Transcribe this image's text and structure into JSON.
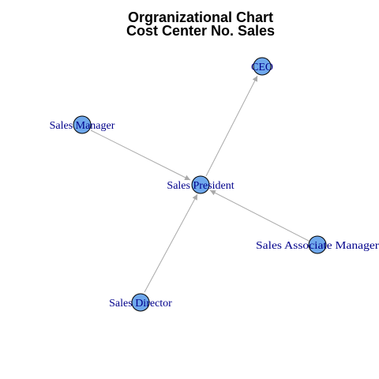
{
  "title_line1": "Orgranizational Chart",
  "title_line2": "Cost Center No. Sales",
  "colors": {
    "node_fill": "#6FA8EC",
    "node_stroke": "#000000",
    "edge": "#A9A9A9",
    "label": "#00008B"
  },
  "nodes": {
    "ceo": "CEO",
    "sales_manager": "Sales Manager",
    "sales_president": "Sales President",
    "sales_associate_manager": "Sales Associate Manager",
    "sales_director": "Sales Director"
  },
  "edges": [
    {
      "from": "Sales Manager",
      "to": "Sales President"
    },
    {
      "from": "Sales President",
      "to": "CEO"
    },
    {
      "from": "Sales Associate Manager",
      "to": "Sales President"
    },
    {
      "from": "Sales Director",
      "to": "Sales President"
    }
  ]
}
